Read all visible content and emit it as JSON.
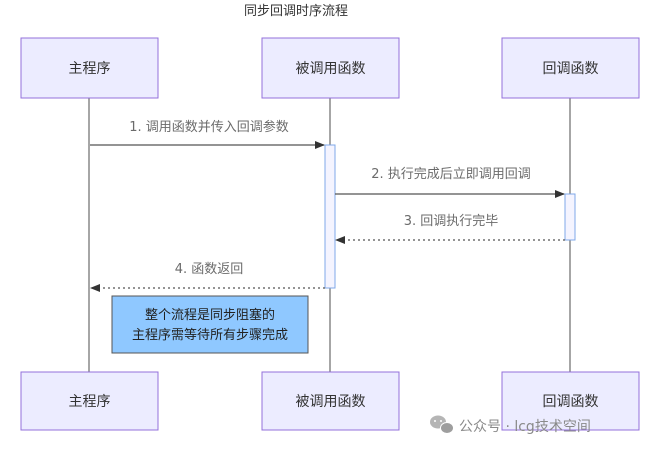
{
  "title": "同步回调时序流程",
  "actors": [
    {
      "id": "main",
      "label": "主程序"
    },
    {
      "id": "callee",
      "label": "被调用函数"
    },
    {
      "id": "callback",
      "label": "回调函数"
    }
  ],
  "messages": [
    {
      "label": "1. 调用函数并传入回调参数",
      "from": "main",
      "to": "callee",
      "style": "solid"
    },
    {
      "label": "2. 执行完成后立即调用回调",
      "from": "callee",
      "to": "callback",
      "style": "solid"
    },
    {
      "label": "3. 回调执行完毕",
      "from": "callback",
      "to": "callee",
      "style": "dotted"
    },
    {
      "label": "4. 函数返回",
      "from": "callee",
      "to": "main",
      "style": "dotted"
    }
  ],
  "note": {
    "lines": [
      "整个流程是同步阻塞的",
      "主程序需等待所有步骤完成"
    ]
  },
  "watermark": {
    "text": "公众号 · lcg技术空间",
    "icon": "wechat-icon"
  },
  "colors": {
    "actor_fill": "#ECECFF",
    "actor_border": "#9370DB",
    "note_fill": "#8FC8FF",
    "activation_border": "#7FA8E8"
  }
}
